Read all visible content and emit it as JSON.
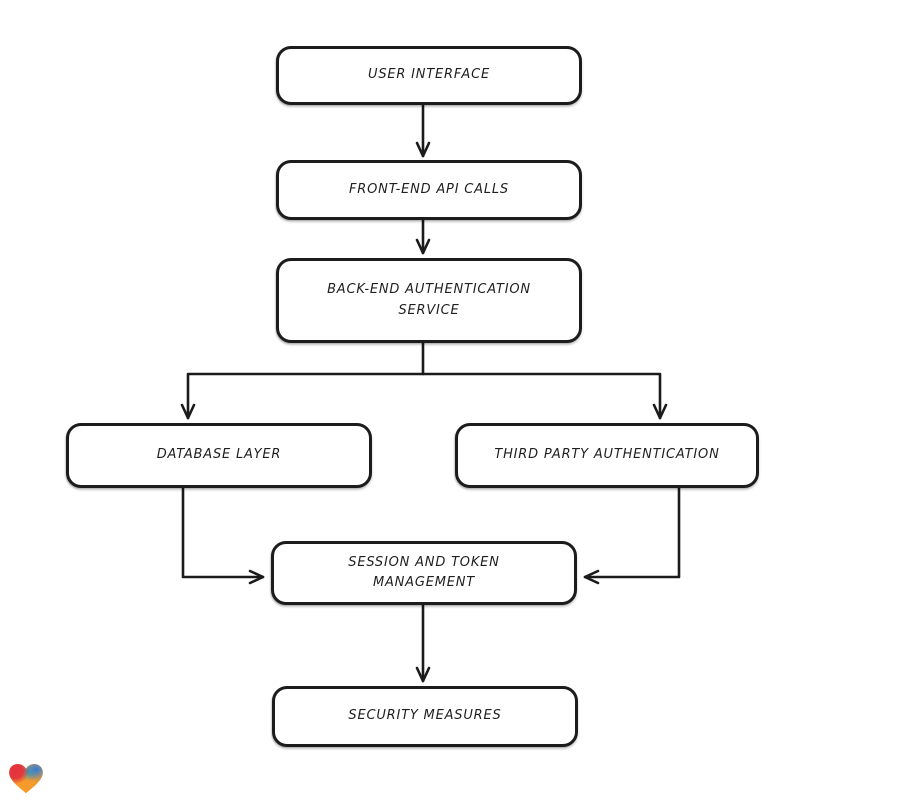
{
  "app": {
    "background_color": "#ffffff"
  },
  "diagram": {
    "type": "flowchart",
    "direction": "top-down",
    "stroke_color": "#1b1b1b",
    "node_fill": "#ffffff",
    "nodes": [
      {
        "id": "user-interface",
        "label": "USER INTERFACE"
      },
      {
        "id": "front-end-api-calls",
        "label": "FRONT-END API CALLS"
      },
      {
        "id": "back-end-authentication-service",
        "label": "BACK-END AUTHENTICATION SERVICE"
      },
      {
        "id": "database-layer",
        "label": "DATABASE LAYER"
      },
      {
        "id": "third-party-authentication",
        "label": "THIRD PARTY AUTHENTICATION"
      },
      {
        "id": "session-and-token-management",
        "label": "SESSION AND TOKEN MANAGEMENT"
      },
      {
        "id": "security-measures",
        "label": "SECURITY MEASURES"
      }
    ],
    "edges": [
      {
        "from": "user-interface",
        "to": "front-end-api-calls"
      },
      {
        "from": "front-end-api-calls",
        "to": "back-end-authentication-service"
      },
      {
        "from": "back-end-authentication-service",
        "to": "database-layer"
      },
      {
        "from": "back-end-authentication-service",
        "to": "third-party-authentication"
      },
      {
        "from": "database-layer",
        "to": "session-and-token-management"
      },
      {
        "from": "third-party-authentication",
        "to": "session-and-token-management"
      },
      {
        "from": "session-and-token-management",
        "to": "security-measures"
      }
    ]
  },
  "watermark": {
    "icon": "gradient-heart-logo",
    "colors": {
      "red": "#e3323e",
      "blue": "#2d7ddb",
      "teal": "#2aa5b8",
      "orange": "#f59b2b"
    }
  }
}
